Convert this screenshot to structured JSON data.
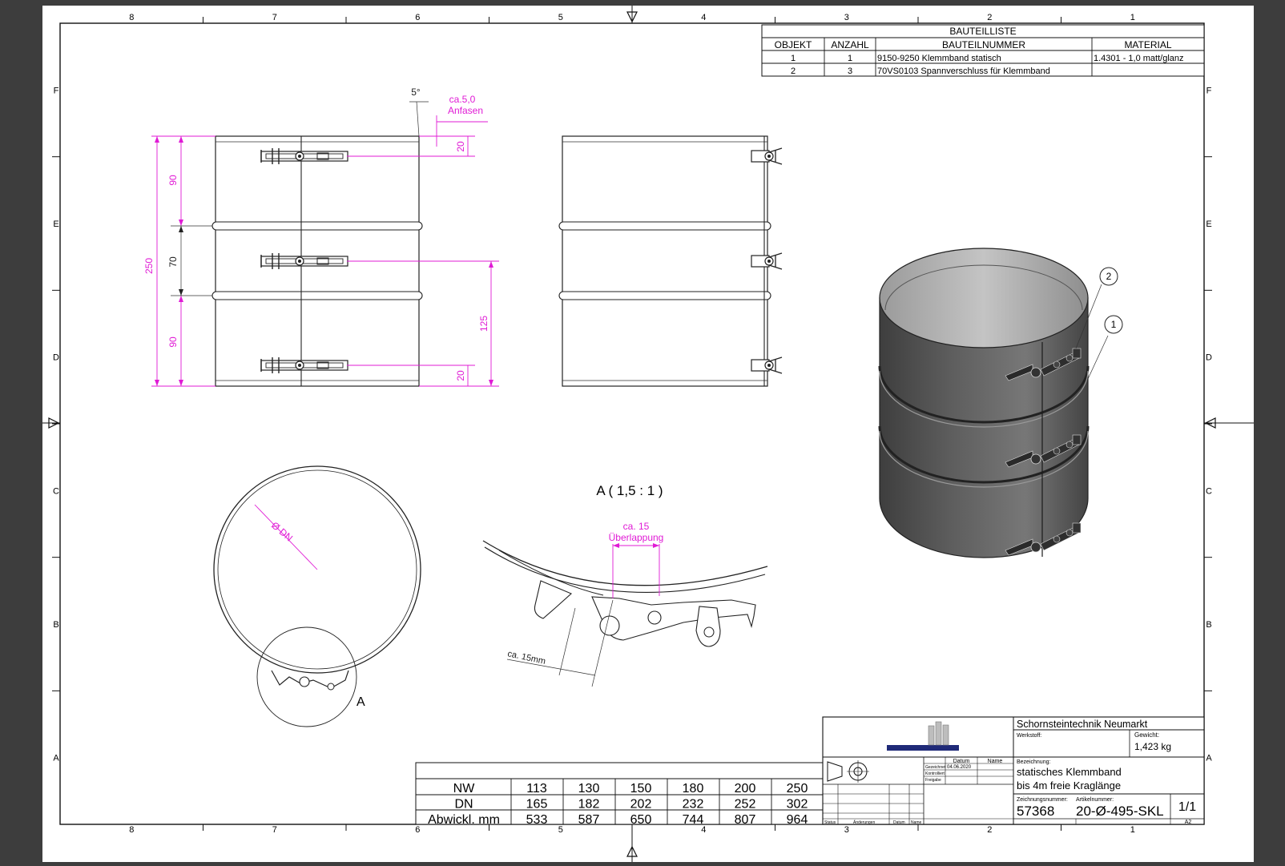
{
  "frame": {
    "columns": [
      "8",
      "7",
      "6",
      "5",
      "4",
      "3",
      "2",
      "1"
    ],
    "rows": [
      "F",
      "E",
      "D",
      "C",
      "B",
      "A"
    ]
  },
  "parts_list": {
    "title": "BAUTEILLISTE",
    "headers": [
      "OBJEKT",
      "ANZAHL",
      "BAUTEILNUMMER",
      "MATERIAL"
    ],
    "rows": [
      [
        "1",
        "1",
        "9150-9250 Klemmband statisch",
        "1.4301 - 1,0 matt/glanz"
      ],
      [
        "2",
        "3",
        "70VS0103 Spannverschluss für Klemmband",
        ""
      ]
    ]
  },
  "dimensions": {
    "total_height": "250",
    "upper_section": "90",
    "middle_section": "70",
    "lower_section": "90",
    "top_offset": "20",
    "bottom_offset": "20",
    "center_height": "125",
    "angle": "5°",
    "chamfer_line1": "ca.5,0",
    "chamfer_line2": "Anfasen",
    "diameter": "Ø DN",
    "overlap_line1": "ca. 15",
    "overlap_line2": "Überlappung",
    "tab_length": "ca. 15mm"
  },
  "detail": {
    "marker": "A",
    "title": "A ( 1,5 : 1 )"
  },
  "balloons": [
    "2",
    "1"
  ],
  "size_table": {
    "rows": [
      {
        "label": "NW",
        "values": [
          "113",
          "130",
          "150",
          "180",
          "200",
          "250"
        ]
      },
      {
        "label": "DN",
        "values": [
          "165",
          "182",
          "202",
          "232",
          "252",
          "302"
        ]
      },
      {
        "label": "Abwickl. mm",
        "values": [
          "533",
          "587",
          "650",
          "744",
          "807",
          "964"
        ]
      }
    ]
  },
  "title_block": {
    "company": "Schornsteintechnik Neumarkt",
    "material_label": "Werkstoff:",
    "weight_label": "Gewicht:",
    "weight": "1,423 kg",
    "designation_label": "Bezeichnung:",
    "designation_line1": "statisches Klemmband",
    "designation_line2": "bis 4m freie Kraglänge",
    "drawing_number_label": "Zeichnungsnummer:",
    "article_number_label": "Artikelnummer:",
    "drawing_number": "57368",
    "article_number": "20-Ø-495-SKL",
    "sheet": "1/1",
    "format": "A2",
    "date_header": "Datum",
    "name_header": "Name",
    "row_drawn": "Gezeichnet",
    "row_checked": "Kontrolliert",
    "row_released": "Freigabe",
    "date_drawn": "04.06.2020",
    "status_label": "Status",
    "changes_label": "Änderungen",
    "date_label": "Datum",
    "name_label": "Name"
  },
  "colors": {
    "dimension": "#e01bd5",
    "line": "#222222",
    "render_dark": "#4e4e4e",
    "render_light": "#8a8a8a"
  }
}
